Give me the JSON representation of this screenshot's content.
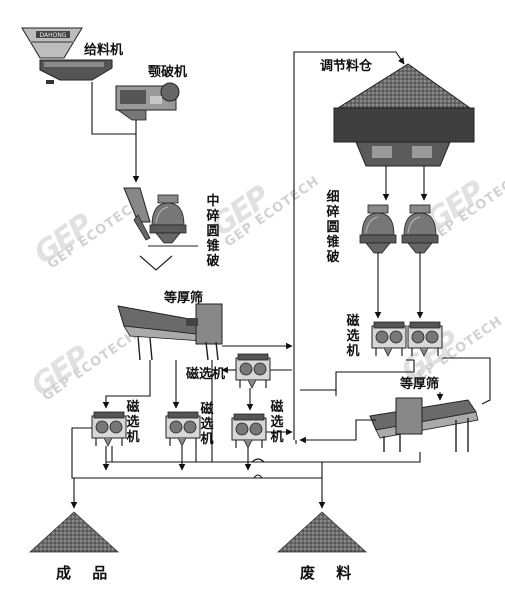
{
  "labels": {
    "feeder": "给料机",
    "jaw_crusher": "颚破机",
    "medium_cone_crusher": "中碎圆锥破",
    "equal_thickness_screen_1": "等厚筛",
    "buffer_bin": "调节料仓",
    "fine_cone_crusher": "细碎圆锥破",
    "magnetic_separator_upper_right": "磁选机",
    "magnetic_separator_middle": "磁选机",
    "magnetic_separator_left": "磁选机",
    "magnetic_separator_center": "磁选机",
    "magnetic_separator_right": "磁选机",
    "equal_thickness_screen_2": "等厚筛",
    "product": "成 品",
    "waste": "废 料"
  },
  "feeder_plate_text": "DAHONG",
  "watermark": {
    "logo": "GEP",
    "text": "GEP ECOTECH"
  },
  "colors": {
    "line": "#111111",
    "equipment_dark": "#4a4a4a",
    "equipment_light": "#a9a9a9",
    "watermark": "#d2d2d2"
  }
}
